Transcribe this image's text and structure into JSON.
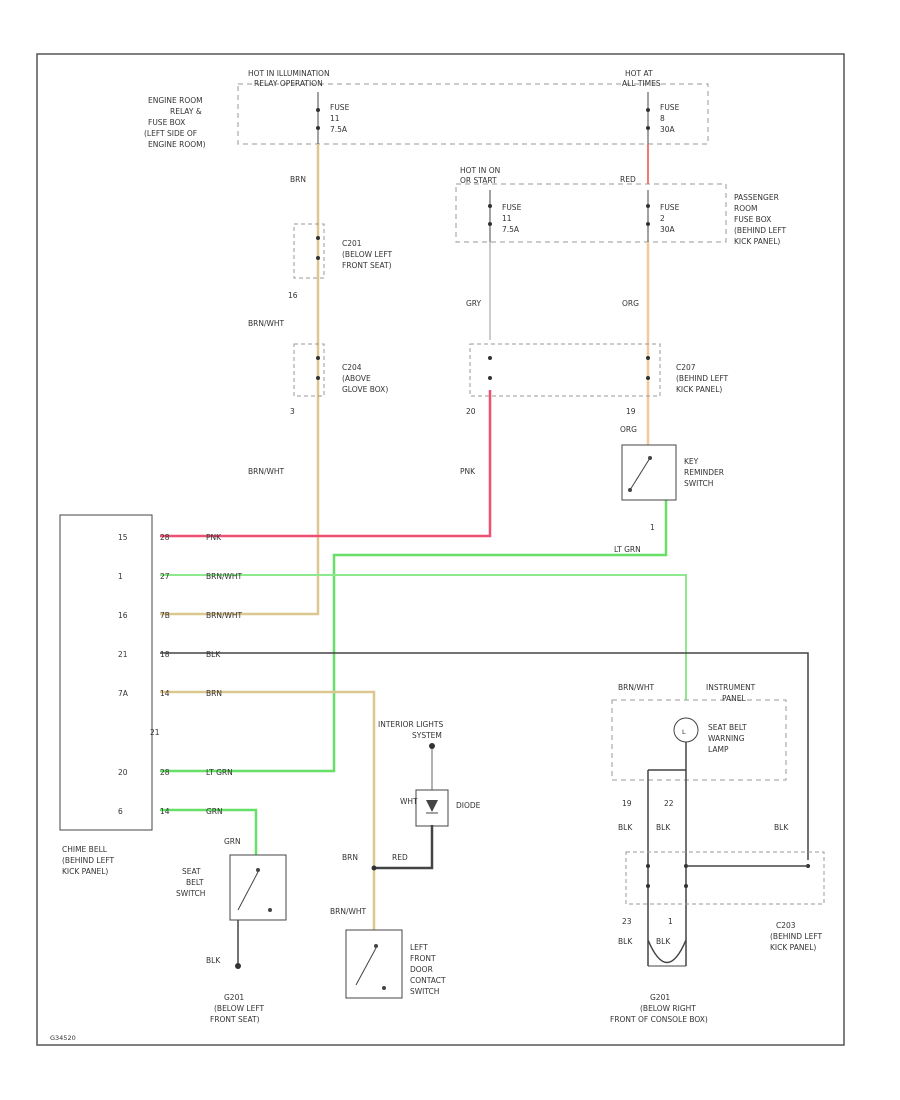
{
  "colors": {
    "border": "#555555",
    "box": "#444444",
    "dashed": "#999999",
    "brn_wht": "#dcc78f",
    "pnk": "#ee4f72",
    "lt_grn": "#66e066",
    "blk": "#444444",
    "gry": "#bbbbbb",
    "red": "#ee7a7a",
    "org": "#f5c79c"
  },
  "top": {
    "hot_illum": "HOT IN ILLUMINATION",
    "hot_illum_sub": "RELAY OPERATION",
    "hot_at_all": "HOT AT",
    "hot_at_all_sub": "ALL TIMES",
    "engine_room_box": [
      "ENGINE ROOM",
      "RELAY &",
      "FUSE BOX",
      "(LEFT SIDE OF",
      "ENGINE ROOM)"
    ],
    "fuse_left": [
      "FUSE",
      "11",
      "7.5A"
    ],
    "fuse_right": [
      "FUSE",
      "8",
      "30A"
    ]
  },
  "mid": {
    "hot_in_on": "HOT IN ON",
    "hot_in_on_sub": "OR START",
    "passenger_box": [
      "PASSENGER",
      "ROOM",
      "FUSE BOX",
      "(BEHIND LEFT",
      "KICK PANEL)"
    ],
    "fuse_mid": [
      "FUSE",
      "11",
      "7.5A"
    ],
    "fuse_pr": [
      "FUSE",
      "2",
      "30A"
    ]
  },
  "wires": {
    "brn": "BRN",
    "red": "RED",
    "gry": "GRY",
    "org": "ORG",
    "org2": "ORG",
    "brn_wht": "BRN/WHT",
    "brn_wht2": "BRN/WHT",
    "brn_wht3": "BRN/WHT",
    "pnk": "PNK",
    "lt_grn": "LT GRN",
    "blk": "BLK",
    "brn2": "BRN",
    "brn3": "BRN",
    "red2": "RED",
    "brn_wht4": "BRN/WHT",
    "wht": "WHT",
    "blk2": "BLK",
    "blk3": "BLK",
    "blk4": "BLK",
    "blk5": "BLK",
    "blk6": "BLK",
    "grn": "GRN"
  },
  "connectors": {
    "c201": [
      "C201",
      "(BELOW LEFT",
      "FRONT SEAT)"
    ],
    "c204": [
      "C204",
      "(ABOVE",
      "GLOVE BOX)"
    ],
    "c207": [
      "C207",
      "(BEHIND LEFT",
      "KICK PANEL)"
    ],
    "c203": [
      "C203",
      "(BEHIND LEFT",
      "KICK PANEL)"
    ],
    "g201_left": [
      "G201",
      "(BELOW LEFT",
      "FRONT SEAT)"
    ],
    "g201_right": [
      "G201",
      "(BELOW RIGHT",
      "FRONT OF CONSOLE BOX)"
    ]
  },
  "pins": {
    "p16": "16",
    "p3": "3",
    "p20": "20",
    "p19": "19",
    "p19b": "19",
    "p22": "22",
    "p23": "23",
    "p1": "1",
    "p1b": "1",
    "p1c": "1"
  },
  "chime_bell": {
    "label": [
      "CHIME BELL",
      "(BEHIND LEFT",
      "KICK PANEL)"
    ],
    "left_pins": [
      "15",
      "1",
      "16",
      "21",
      "7A",
      "21",
      "20",
      "6"
    ],
    "right_pins": [
      "28",
      "27",
      "7B",
      "18",
      "14",
      "28",
      "14"
    ]
  },
  "components": {
    "key_reminder": [
      "KEY",
      "REMINDER",
      "SWITCH"
    ],
    "instrument": [
      "INSTRUMENT",
      "PANEL"
    ],
    "seat_belt_lamp": [
      "SEAT BELT",
      "WARNING",
      "LAMP"
    ],
    "interior_light": [
      "INTERIOR LIGHTS",
      "SYSTEM"
    ],
    "diode": "DIODE",
    "seat_belt_switch": [
      "SEAT",
      "BELT",
      "SWITCH"
    ],
    "door_switch": [
      "LEFT",
      "FRONT",
      "DOOR",
      "CONTACT",
      "SWITCH"
    ]
  },
  "footer_code": "G34520"
}
